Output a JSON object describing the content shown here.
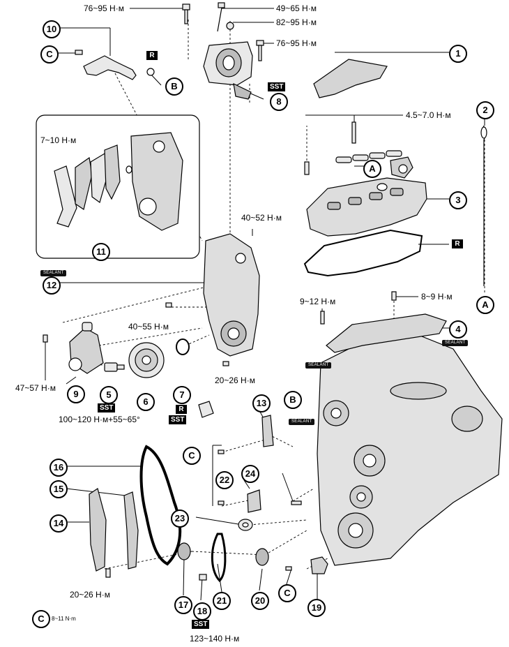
{
  "torques": {
    "t_76_95_top": "76~95 Н·м",
    "t_49_65": "49~65 Н·м",
    "t_82_95": "82~95 Н·м",
    "t_76_95_right": "76~95 Н·м",
    "t_4_5_7_0": "4.5~7.0 Н·м",
    "t_7_10": "7~10 Н·м",
    "t_40_52": "40~52 Н·м",
    "t_9_12": "9~12 Н·м",
    "t_8_9": "8~9 Н·м",
    "t_40_55": "40~55 Н·м",
    "t_47_57": "47~57 Н·м",
    "t_100_120": "100~120 Н·м+55~65°",
    "t_20_26_mid": "20~26 Н·м",
    "t_20_26_low": "20~26 Н·м",
    "t_123_140": "123~140 Н·м",
    "legend_c": "8~11 N·m"
  },
  "callouts": {
    "n1": "1",
    "n2": "2",
    "n3": "3",
    "n4": "4",
    "n5": "5",
    "n6": "6",
    "n7": "7",
    "n8": "8",
    "n9": "9",
    "n10": "10",
    "n11": "11",
    "n12": "12",
    "n13": "13",
    "n14": "14",
    "n15": "15",
    "n16": "16",
    "n17": "17",
    "n18": "18",
    "n19": "19",
    "n20": "20",
    "n21": "21",
    "n22": "22",
    "n23": "23",
    "n24": "24"
  },
  "refs": {
    "a1": "A",
    "a2": "A",
    "b1": "B",
    "b2": "B",
    "c1": "C",
    "c2": "C",
    "c3": "C",
    "c_legend": "C"
  },
  "tags": {
    "r_top": "R",
    "r_gasket": "R",
    "r_seal7": "R",
    "sst_8": "SST",
    "sst_5": "SST",
    "sst_7": "SST",
    "sst_18": "SST",
    "sealant": "SEALANT"
  },
  "colors": {
    "ink": "#000000",
    "paper": "#ffffff",
    "part_fill": "#e9e9e9",
    "part_shade": "#bdbdbd"
  }
}
